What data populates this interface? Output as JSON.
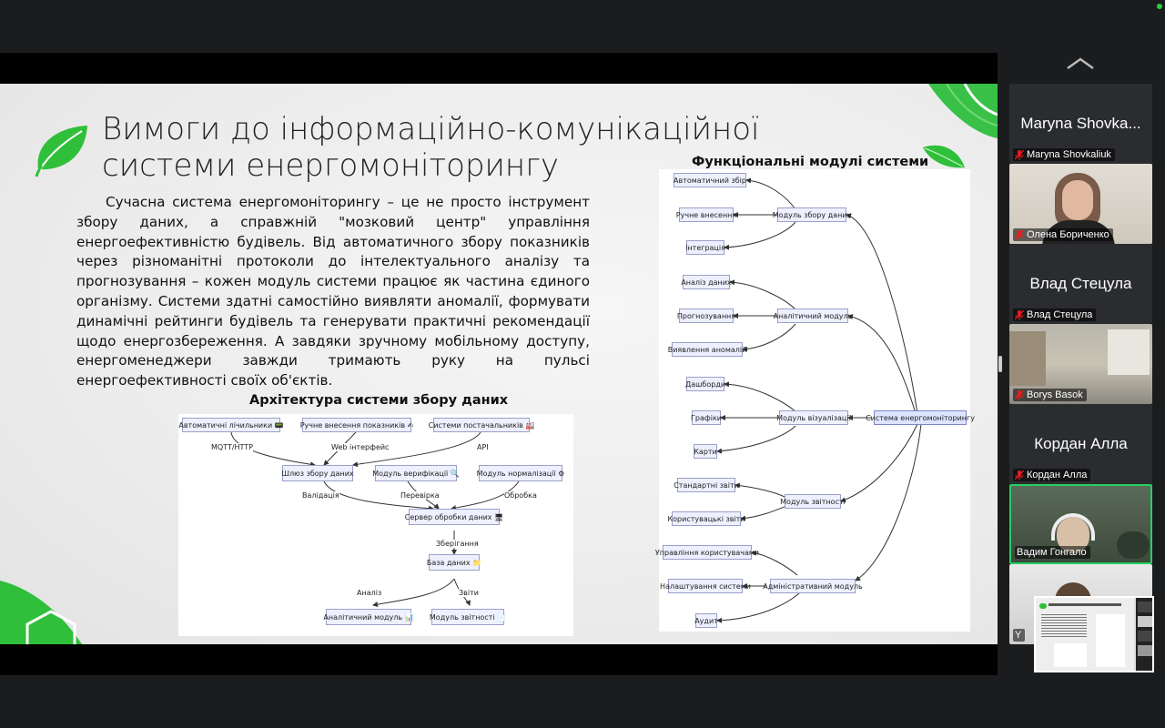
{
  "slide": {
    "title": "Вимоги до інформаційно-комунікаційної системи енергомоніторингу",
    "body": "Сучасна система енергомоніторингу – це не просто інструмент збору даних, а справжній \"мозковий центр\" управління енергоефективністю будівель. Від автоматичного збору показників через різноманітні протоколи до інтелектуального аналізу та прогнозування – кожен модуль системи працює як частина єдиного організму.  Системи здатні самостійно виявляти аномалії, формувати динамічні рейтинги будівель та генерувати практичні рекомендації щодо енергозбереження. А завдяки зручному мобільному доступу, енергоменеджери завжди тримають руку на пульсі енергоефективності своїх об'єктів.",
    "architecture": {
      "title": "Архітектура системи збору даних",
      "nodes": {
        "auto_meters": "Автоматичні лічильники 📟",
        "manual_input": "Ручне внесення показників ✍",
        "supplier_systems": "Системи постачальників 🏭",
        "gateway": "Шлюз збору даних",
        "verification": "Модуль верифікації 🔍",
        "normalization": "Модуль нормалізації ⚙",
        "server": "Сервер обробки даних 🖥",
        "database": "База даних 📁",
        "analytics": "Аналітичний модуль 📊",
        "reports": "Модуль звітності 📄"
      },
      "edges": {
        "mqtt": "MQTT/HTTP",
        "web": "Web інтерфейс",
        "api": "API",
        "validation": "Валідація",
        "check": "Перевірка",
        "processing": "Обробка",
        "storage": "Зберігання",
        "analysis": "Аналіз",
        "reports": "Звіти"
      }
    },
    "modules": {
      "title": "Функціональні модулі системи",
      "central": "Система енергомоніторингу",
      "groups": [
        {
          "name": "Модуль збору даних",
          "items": [
            "Автоматичний збір",
            "Ручне внесення",
            "Інтеграція"
          ]
        },
        {
          "name": "Аналітичний модуль",
          "items": [
            "Аналіз даних",
            "Прогнозування",
            "Виявлення аномалій"
          ]
        },
        {
          "name": "Модуль візуалізації",
          "items": [
            "Дашборди",
            "Графіки",
            "Карти"
          ]
        },
        {
          "name": "Модуль звітності",
          "items": [
            "Стандартні звіти",
            "Користувацькі звіти"
          ]
        },
        {
          "name": "Адміністративний модуль",
          "items": [
            "Управління користувачами",
            "Налаштування системи",
            "Аудит"
          ]
        }
      ]
    }
  },
  "participants": [
    {
      "big": "Maryna  Shovka...",
      "name": "Maryna Shovkaliuk",
      "video": false
    },
    {
      "big": "",
      "name": "Олена Бориченко",
      "video": true
    },
    {
      "big": "Влад Стецула",
      "name": "Влад Стецула",
      "video": false
    },
    {
      "big": "",
      "name": "Borys Basok",
      "video": true
    },
    {
      "big": "Кордан Алла",
      "name": "Кордан Алла",
      "video": false
    },
    {
      "big": "",
      "name": "Вадим Гонгало",
      "video": true
    },
    {
      "big": "",
      "name": "Y",
      "video": true
    }
  ],
  "colors": {
    "accent_green": "#2fbf3a",
    "active_border": "#23d160",
    "muted_mic": "#e02020"
  }
}
